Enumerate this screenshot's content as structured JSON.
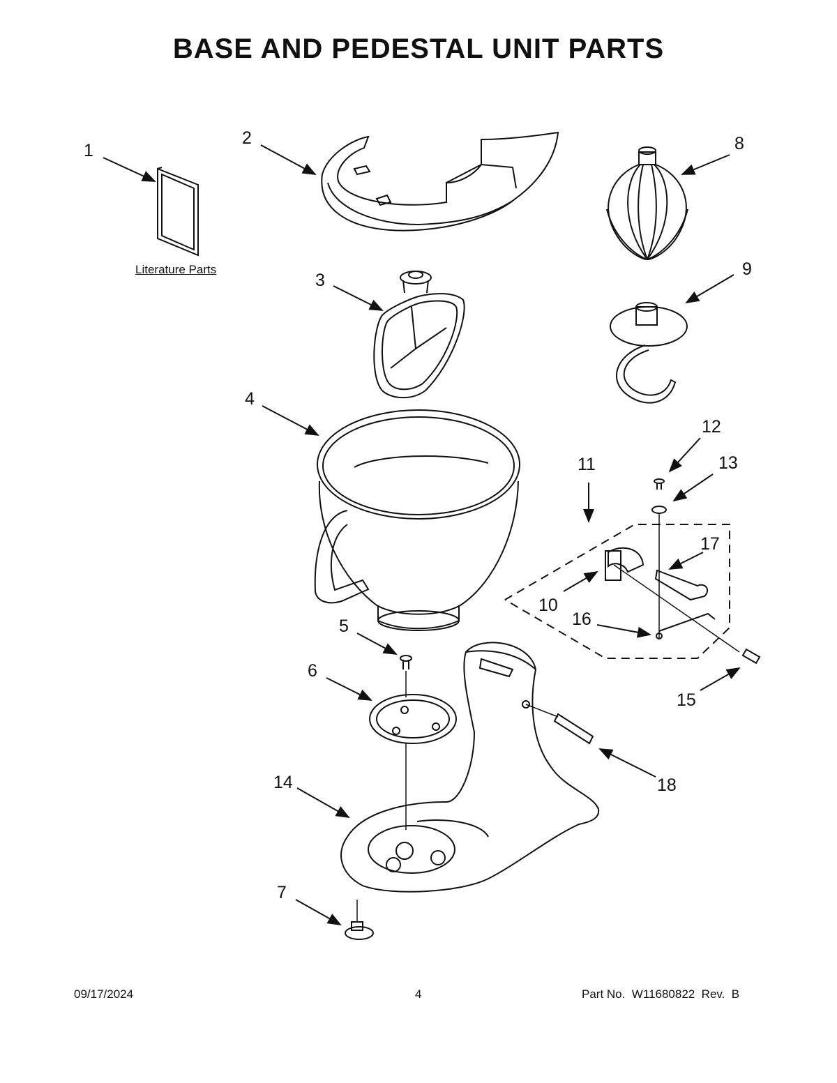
{
  "title": "BASE AND PEDESTAL UNIT PARTS",
  "literature_label": "Literature Parts",
  "callouts": {
    "n1": "1",
    "n2": "2",
    "n3": "3",
    "n4": "4",
    "n5": "5",
    "n6": "6",
    "n7": "7",
    "n8": "8",
    "n9": "9",
    "n10": "10",
    "n11": "11",
    "n12": "12",
    "n13": "13",
    "n14": "14",
    "n15": "15",
    "n16": "16",
    "n17": "17",
    "n18": "18"
  },
  "footer": {
    "date": "09/17/2024",
    "page": "4",
    "part": "Part No.  W11680822  Rev.  B"
  }
}
